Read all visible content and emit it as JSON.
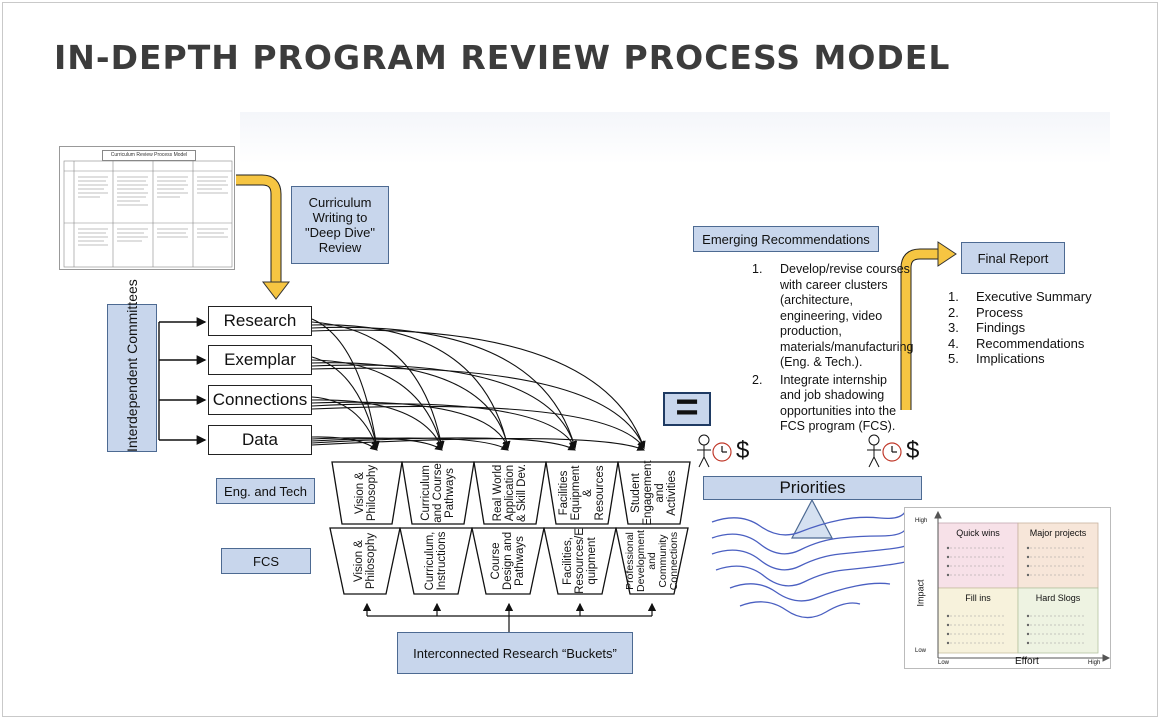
{
  "title": "IN-DEPTH PROGRAM REVIEW PROCESS MODEL",
  "thumbnail": {
    "doc_title": "Curriculum Review Process Model"
  },
  "curriculum_box": "Curriculum Writing to \"Deep Dive\" Review",
  "committees_label": "Interdependent Committees",
  "committees": [
    "Research",
    "Exemplar",
    "Connections",
    "Data"
  ],
  "equals_symbol": "=",
  "eng_label": "Eng. and Tech",
  "fcs_label": "FCS",
  "eng_buckets": [
    "Vision & Philosophy",
    "Curriculum and Course Pathways",
    "Real World Application & Skill Dev.",
    "Facilities Equipment & Resources",
    "Student Engagement and Activities"
  ],
  "fcs_buckets": [
    "Vision & Philosophy",
    "Curriculum, Instructions",
    "Course Design and Pathways",
    "Facilities, Resources/E quipment",
    "Professional Development and Community Connections"
  ],
  "buckets_label": "Interconnected Research “Buckets”",
  "emerging": {
    "label": "Emerging Recommendations",
    "items": [
      "Develop/revise courses with career clusters (architecture, engineering, video production, materials/manufacturing (Eng. & Tech.).",
      "Integrate internship and job shadowing opportunities into the FCS program (FCS)."
    ]
  },
  "final_report": {
    "label": "Final Report",
    "items": [
      "Executive Summary",
      "Process",
      "Findings",
      "Recommendations",
      "Implications"
    ]
  },
  "balance": {
    "priorities": "Priorities",
    "dollar": "$"
  },
  "matrix": {
    "quadrants": [
      "Quick wins",
      "Major projects",
      "Fill ins",
      "Hard Slogs"
    ],
    "y_label": "Impact",
    "x_label": "Effort",
    "y_high": "High",
    "y_low": "Low",
    "x_low": "Low",
    "x_high": "High",
    "colors": {
      "quick_wins": "#f7e1e8",
      "major": "#f7e6d9",
      "fill_ins": "#f7f2dc",
      "hard": "#eef3e2"
    }
  }
}
